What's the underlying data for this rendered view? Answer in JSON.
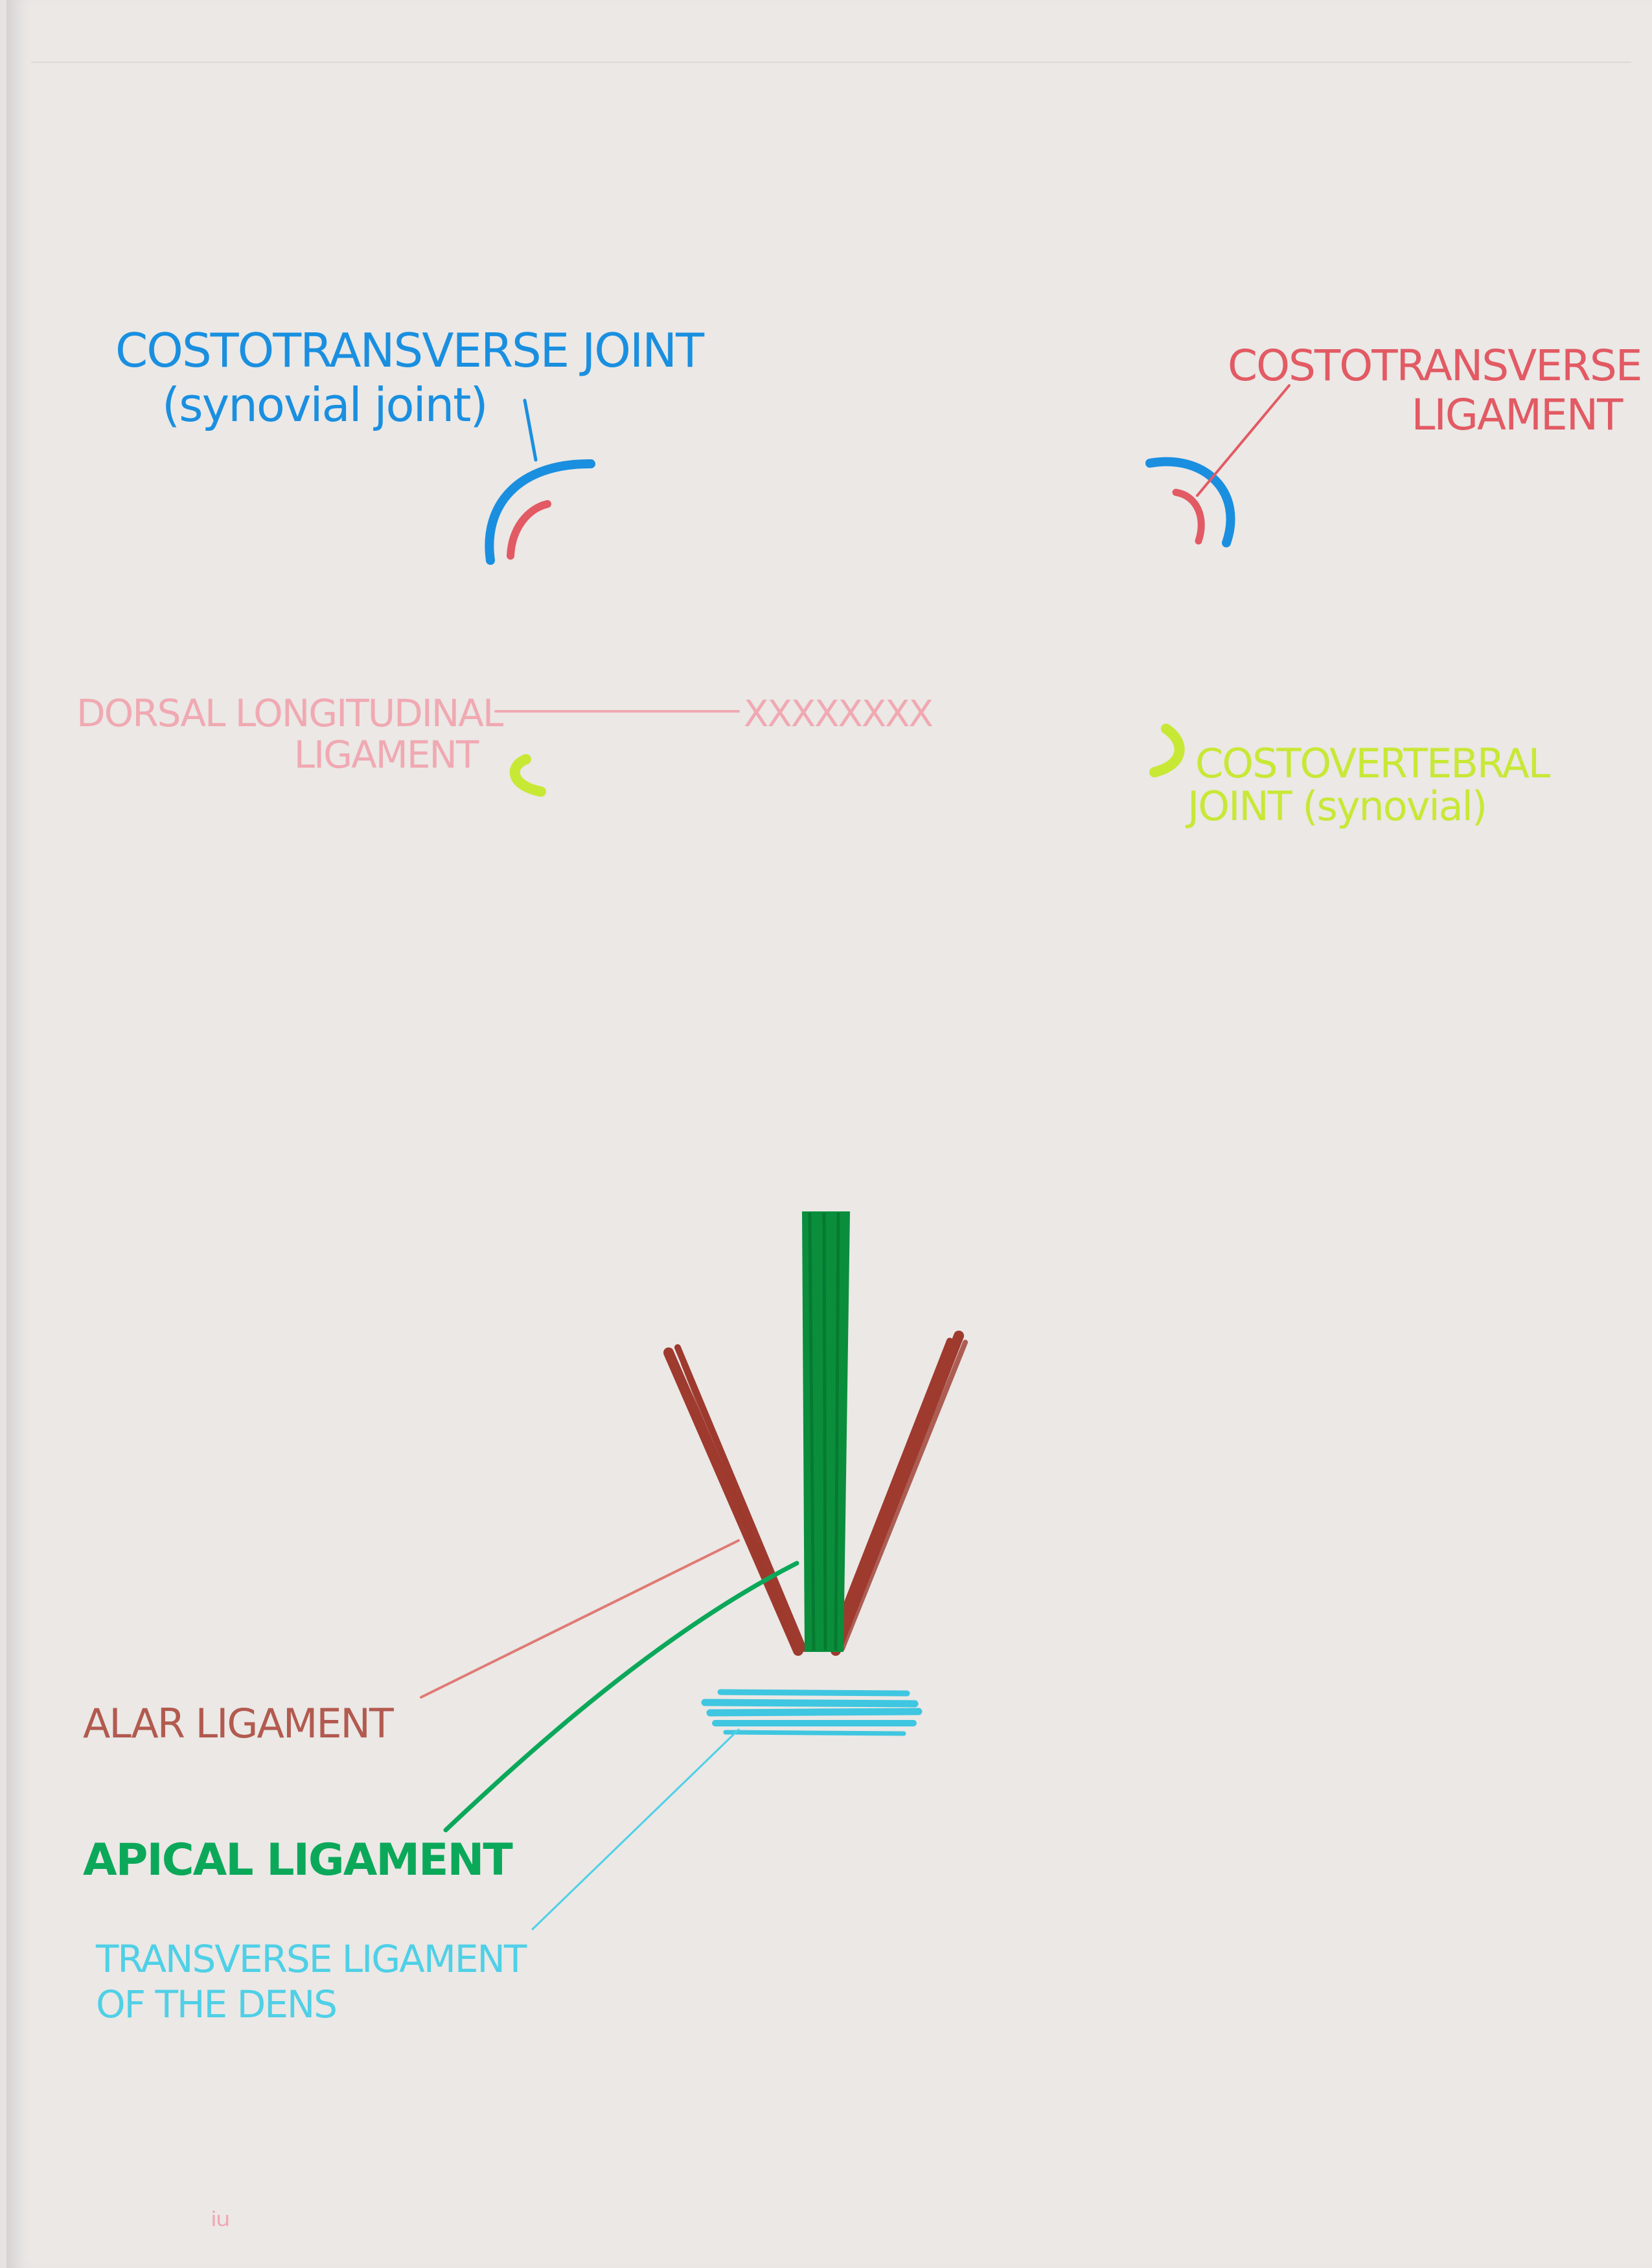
{
  "labels": {
    "costotransverse_joint": {
      "line1": "COSTOTRANSVERSE JOINT",
      "line2": "(synovial joint)"
    },
    "costotransverse_ligament": {
      "line1": "COSTOTRANSVERSE",
      "line2": "LIGAMENT"
    },
    "dorsal_longitudinal_ligament": {
      "line1": "DORSAL LONGITUDINAL",
      "line2": "LIGAMENT"
    },
    "dorsal_marks": "XXXXXXXX",
    "costovertebral_joint": {
      "line1": "COSTOVERTEBRAL",
      "line2": "JOINT (synovial)"
    },
    "alar_ligament": "ALAR LIGAMENT",
    "apical_ligament": "APICAL LIGAMENT",
    "transverse_ligament": {
      "line1": "TRANSVERSE LIGAMENT",
      "line2": "OF THE DENS"
    },
    "corner_mark": "ᵢᵤ"
  },
  "colors": {
    "blue": "#1a8fe0",
    "red": "#e25a63",
    "pink": "#f0a9b2",
    "yellow": "#c8e836",
    "brown": "#9e3a2e",
    "green": "#0ba85a",
    "cyan": "#4fd0e6"
  }
}
